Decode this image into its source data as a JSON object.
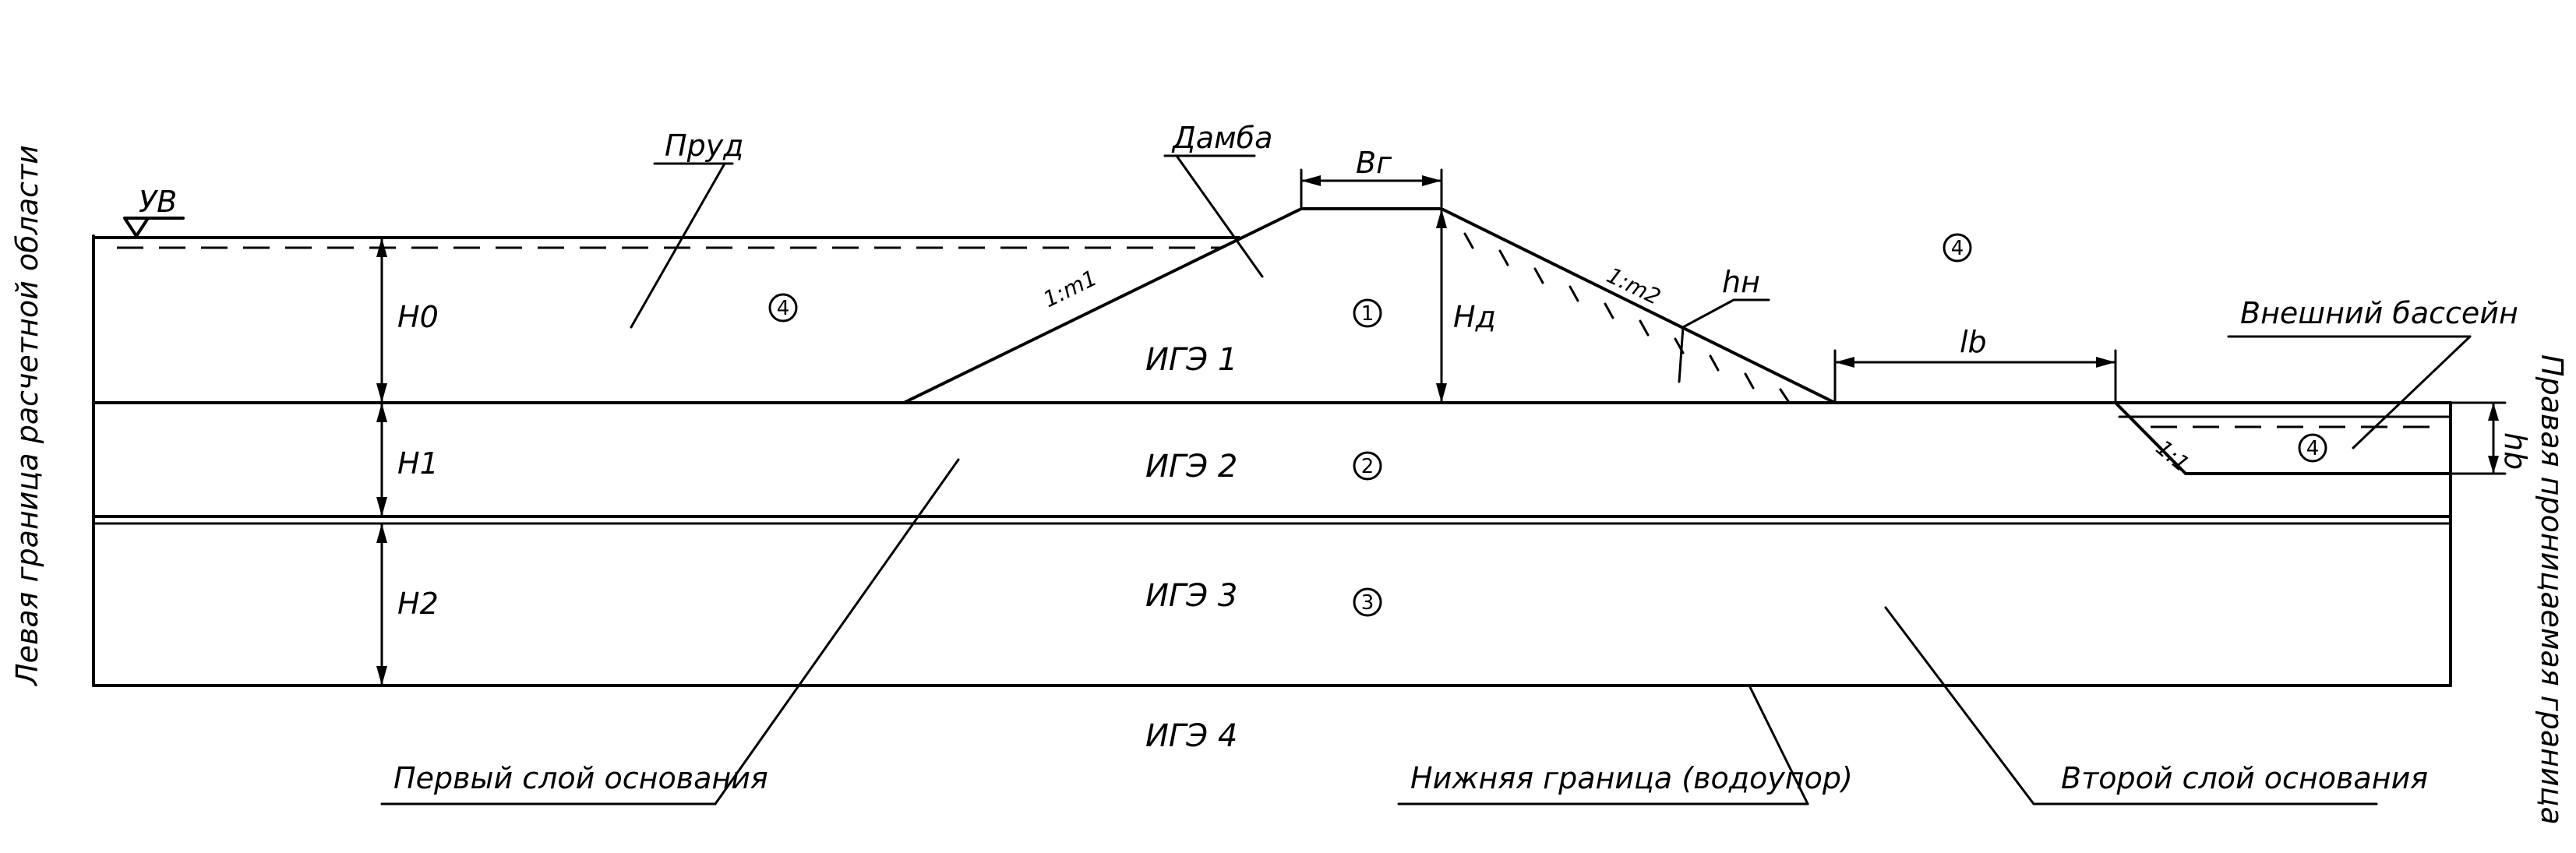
{
  "labels": {
    "pond": "Пруд",
    "dam": "Дамба",
    "water_level": "УВ",
    "crest_width": "Bг",
    "dam_height": "Hд",
    "pond_depth": "H0",
    "layer1_thickness": "H1",
    "layer2_thickness": "H2",
    "slope_up": "1:m1",
    "slope_down": "1:m2",
    "h_n": "hн",
    "l_b": "lb",
    "h_b": "hb",
    "basin_slope": "1:1",
    "outer_basin": "Внешний бассейн",
    "ige1": "ИГЭ 1",
    "ige2": "ИГЭ 2",
    "ige3": "ИГЭ 3",
    "ige4": "ИГЭ 4",
    "first_layer": "Первый слой основания",
    "bottom_boundary": "Нижняя граница (водоупор)",
    "second_layer": "Второй слой основания",
    "left_boundary": "Левая граница расчетной области",
    "right_boundary": "Правая проницаемая граница",
    "n1": "1",
    "n2": "2",
    "n3": "3",
    "n4": "4"
  }
}
